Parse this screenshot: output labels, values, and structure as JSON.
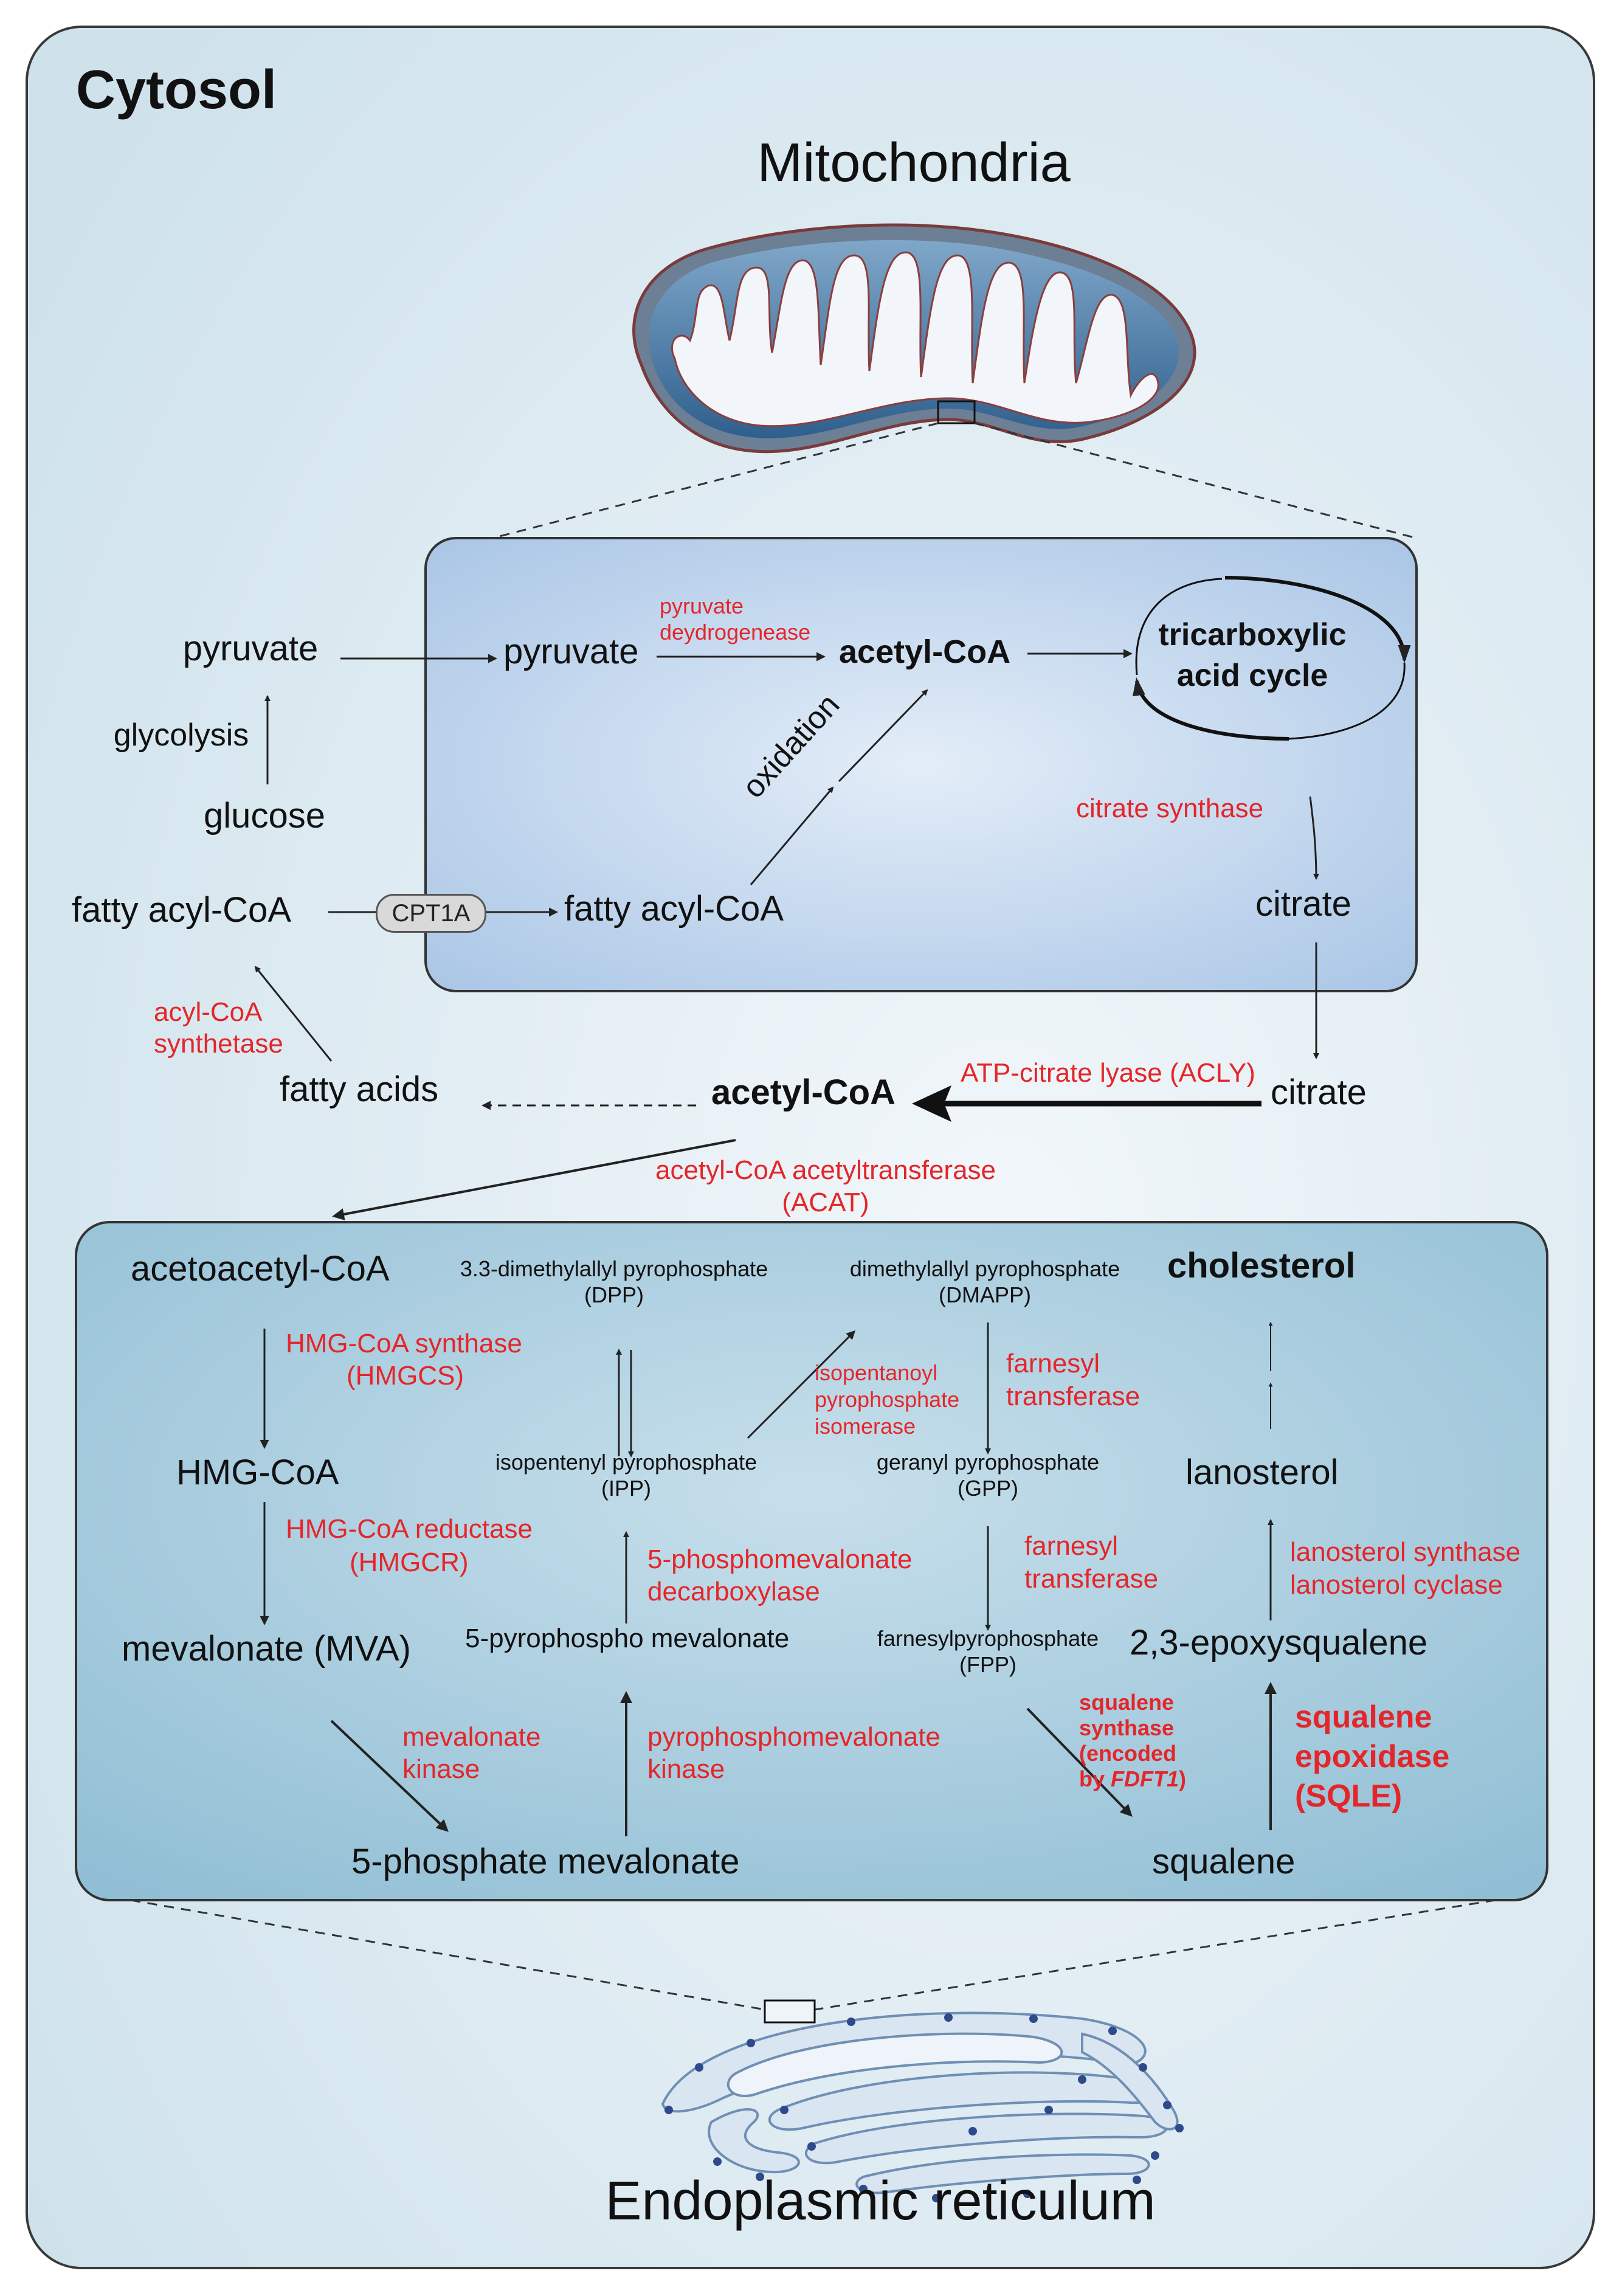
{
  "compartments": {
    "cytosol": "Cytosol",
    "mitochondria": "Mitochondria",
    "endoplasmic_reticulum": "Endoplasmic reticulum"
  },
  "transport": {
    "cpt1a": "CPT1A"
  },
  "metabolites": {
    "pyruvate_cytosol": "pyruvate",
    "glucose": "glucose",
    "fatty_acyl_coa_cytosol": "fatty acyl-CoA",
    "fatty_acids": "fatty acids",
    "pyruvate_mito": "pyruvate",
    "acetyl_coa_mito": "acetyl-CoA",
    "fatty_acyl_coa_mito": "fatty acyl-CoA",
    "citrate_mito": "citrate",
    "tca_cycle_line1": "tricarboxylic",
    "tca_cycle_line2": "acid cycle",
    "citrate_cytosol": "citrate",
    "acetyl_coa_cytosol": "acetyl-CoA",
    "acetoacetyl_coa": "acetoacetyl-CoA",
    "hmg_coa": "HMG-CoA",
    "mevalonate": "mevalonate (MVA)",
    "phosphate_mevalonate": "5-phosphate mevalonate",
    "pyrophospho_mevalonate": "5-pyrophospho mevalonate",
    "dpp_line1": "3.3-dimethylallyl pyrophosphate",
    "dpp_line2": "(DPP)",
    "ipp_line1": "isopentenyl pyrophosphate",
    "ipp_line2": "(IPP)",
    "dmapp_line1": "dimethylallyl pyrophosphate",
    "dmapp_line2": "(DMAPP)",
    "gpp_line1": "geranyl pyrophosphate",
    "gpp_line2": "(GPP)",
    "fpp_line1": "farnesylpyrophosphate",
    "fpp_line2": "(FPP)",
    "squalene": "squalene",
    "epoxysqualene": "2,3-epoxysqualene",
    "lanosterol": "lanosterol",
    "cholesterol": "cholesterol"
  },
  "processes": {
    "glycolysis": "glycolysis",
    "oxidation": "oxidation"
  },
  "enzymes": {
    "pyruvate_dh_line1": "pyruvate",
    "pyruvate_dh_line2": "deydrogenease",
    "citrate_synthase": "citrate synthase",
    "acyl_coa_synthetase_line1": "acyl-CoA",
    "acyl_coa_synthetase_line2": "synthetase",
    "acly": "ATP-citrate lyase (ACLY)",
    "acat_line1": "acetyl-CoA acetyltransferase",
    "acat_line2": "(ACAT)",
    "hmgcs_line1": "HMG-CoA synthase",
    "hmgcs_line2": "(HMGCS)",
    "hmgcr_line1": "HMG-CoA reductase",
    "hmgcr_line2": "(HMGCR)",
    "mvk_line1": "mevalonate",
    "mvk_line2": "kinase",
    "pmvk_line1": "pyrophosphomevalonate",
    "pmvk_line2": "kinase",
    "mvd_line1": "5-phosphomevalonate",
    "mvd_line2": "decarboxylase",
    "idi_line1": "isopentanoyl",
    "idi_line2": "pyrophosphate",
    "idi_line3": "isomerase",
    "farnesyl_tr1_line1": "farnesyl",
    "farnesyl_tr1_line2": "transferase",
    "farnesyl_tr2_line1": "farnesyl",
    "farnesyl_tr2_line2": "transferase",
    "sqs_line1": "squalene",
    "sqs_line2": "synthase",
    "sqs_line3": "(encoded",
    "sqs_line4_prefix": "by ",
    "sqs_line4_gene": "FDFT1",
    "sqs_line4_suffix": ")",
    "sqle_line1": "squalene",
    "sqle_line2": "epoxidase",
    "sqle_line3": "(SQLE)",
    "lss_line1": "lanosterol synthase",
    "lss_line2": "lanosterol cyclase"
  },
  "colors": {
    "enzyme_red": "#e4262a",
    "text_dark": "#111111",
    "cytosol_bg": "#d7e7ef",
    "mito_box": "#b9d1ec",
    "er_box": "#9fc6d9"
  }
}
